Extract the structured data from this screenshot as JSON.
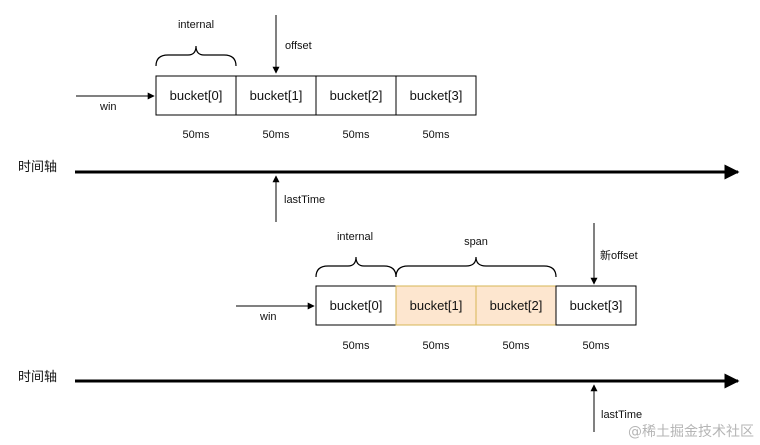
{
  "diagram_top": {
    "labels": {
      "internal": "internal",
      "offset": "offset",
      "win": "win",
      "lastTime": "lastTime"
    },
    "buckets": [
      "bucket[0]",
      "bucket[1]",
      "bucket[2]",
      "bucket[3]"
    ],
    "durations": [
      "50ms",
      "50ms",
      "50ms",
      "50ms"
    ],
    "axis_label": "时间轴"
  },
  "diagram_bottom": {
    "labels": {
      "internal": "internal",
      "span": "span",
      "new_offset": "新offset",
      "win": "win",
      "lastTime": "lastTime"
    },
    "buckets": [
      "bucket[0]",
      "bucket[1]",
      "bucket[2]",
      "bucket[3]"
    ],
    "durations": [
      "50ms",
      "50ms",
      "50ms",
      "50ms"
    ],
    "axis_label": "时间轴",
    "highlight_fill": "#fde6cf",
    "highlight_stroke": "#d6b656"
  },
  "watermark": "@稀土掘金技术社区"
}
